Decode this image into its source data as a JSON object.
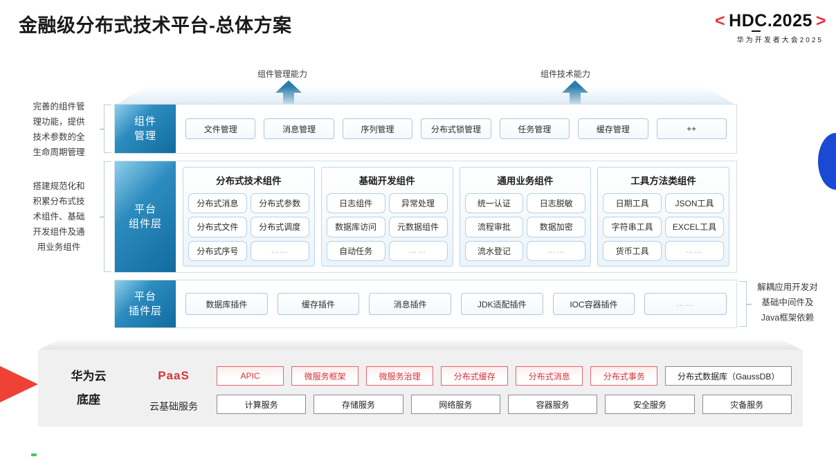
{
  "header": {
    "title": "金融级分布式技术平台-总体方案",
    "logo": {
      "left_bracket": "<",
      "right_bracket": ">",
      "main": "HDC.2025",
      "subtitle": "华为开发者大会2025"
    }
  },
  "arrows": {
    "left_label": "组件管理能力",
    "right_label": "组件技术能力"
  },
  "side_notes": {
    "note1": "完善的组件管理功能，提供技术参数的全生命周期管理",
    "note1_lines": [
      "完善的组件管",
      "理功能，提供",
      "技术参数的全",
      "生命周期管理"
    ],
    "note2": "搭建规范化和积累分布式技术组件、基础开发组件及通用业务组件",
    "note2_lines": [
      "搭建规范化和",
      "积累分布式技",
      "术组件、基础",
      "开发组件及通",
      "用业务组件"
    ],
    "note3_lines": [
      "解耦应用开发对",
      "基础中间件及",
      "Java框架依赖"
    ]
  },
  "rows": {
    "component_mgmt": {
      "tab_lines": [
        "组件",
        "管理"
      ],
      "items": [
        "文件管理",
        "消息管理",
        "序列管理",
        "分布式锁管理",
        "任务管理",
        "缓存管理",
        "++"
      ]
    },
    "platform_component": {
      "tab_lines": [
        "平台",
        "组件层"
      ],
      "groups": [
        {
          "title": "分布式技术组件",
          "items": [
            "分布式消息",
            "分布式参数",
            "分布式文件",
            "分布式调度",
            "分布式序号",
            "……"
          ]
        },
        {
          "title": "基础开发组件",
          "items": [
            "日志组件",
            "异常处理",
            "数据库访问",
            "元数据组件",
            "自动任务",
            "……"
          ]
        },
        {
          "title": "通用业务组件",
          "items": [
            "统一认证",
            "日志脱敏",
            "流程审批",
            "数据加密",
            "流水登记",
            "……"
          ]
        },
        {
          "title": "工具方法类组件",
          "items": [
            "日期工具",
            "JSON工具",
            "字符串工具",
            "EXCEL工具",
            "货币工具",
            "……"
          ]
        }
      ]
    },
    "platform_plugin": {
      "tab_lines": [
        "平台",
        "插件层"
      ],
      "items": [
        "数据库插件",
        "缓存插件",
        "消息插件",
        "JDK适配插件",
        "IOC容器插件",
        "……"
      ]
    }
  },
  "base": {
    "label_lines": [
      "华为云",
      "底座"
    ],
    "paas_label": "PaaS",
    "iaas_label": "云基础服务",
    "paas_items": [
      "APIC",
      "微服务框架",
      "微服务治理",
      "分布式缓存",
      "分布式消息",
      "分布式事务",
      "分布式数据库（GaussDB）"
    ],
    "iaas_items": [
      "计算服务",
      "存储服务",
      "网络服务",
      "容器服务",
      "安全服务",
      "灾备服务"
    ]
  },
  "colors": {
    "brand_red": "#e8313a",
    "paas_red": "#d0353a",
    "tab_blue": "#116b9e",
    "accent_blue": "#1a49d4"
  }
}
